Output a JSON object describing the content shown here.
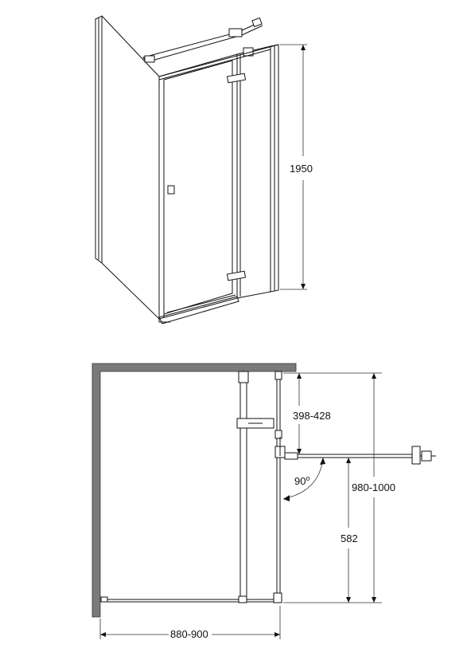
{
  "dimensions": {
    "height": "1950",
    "side_panel_range": "398-428",
    "door_angle": "90",
    "door_angle_unit": "o",
    "side_total_range": "980-1000",
    "fixed_panel": "582",
    "front_width_range": "880-900"
  },
  "colors": {
    "line": "#111111",
    "wall": "#7a7a7a",
    "background": "#ffffff"
  }
}
